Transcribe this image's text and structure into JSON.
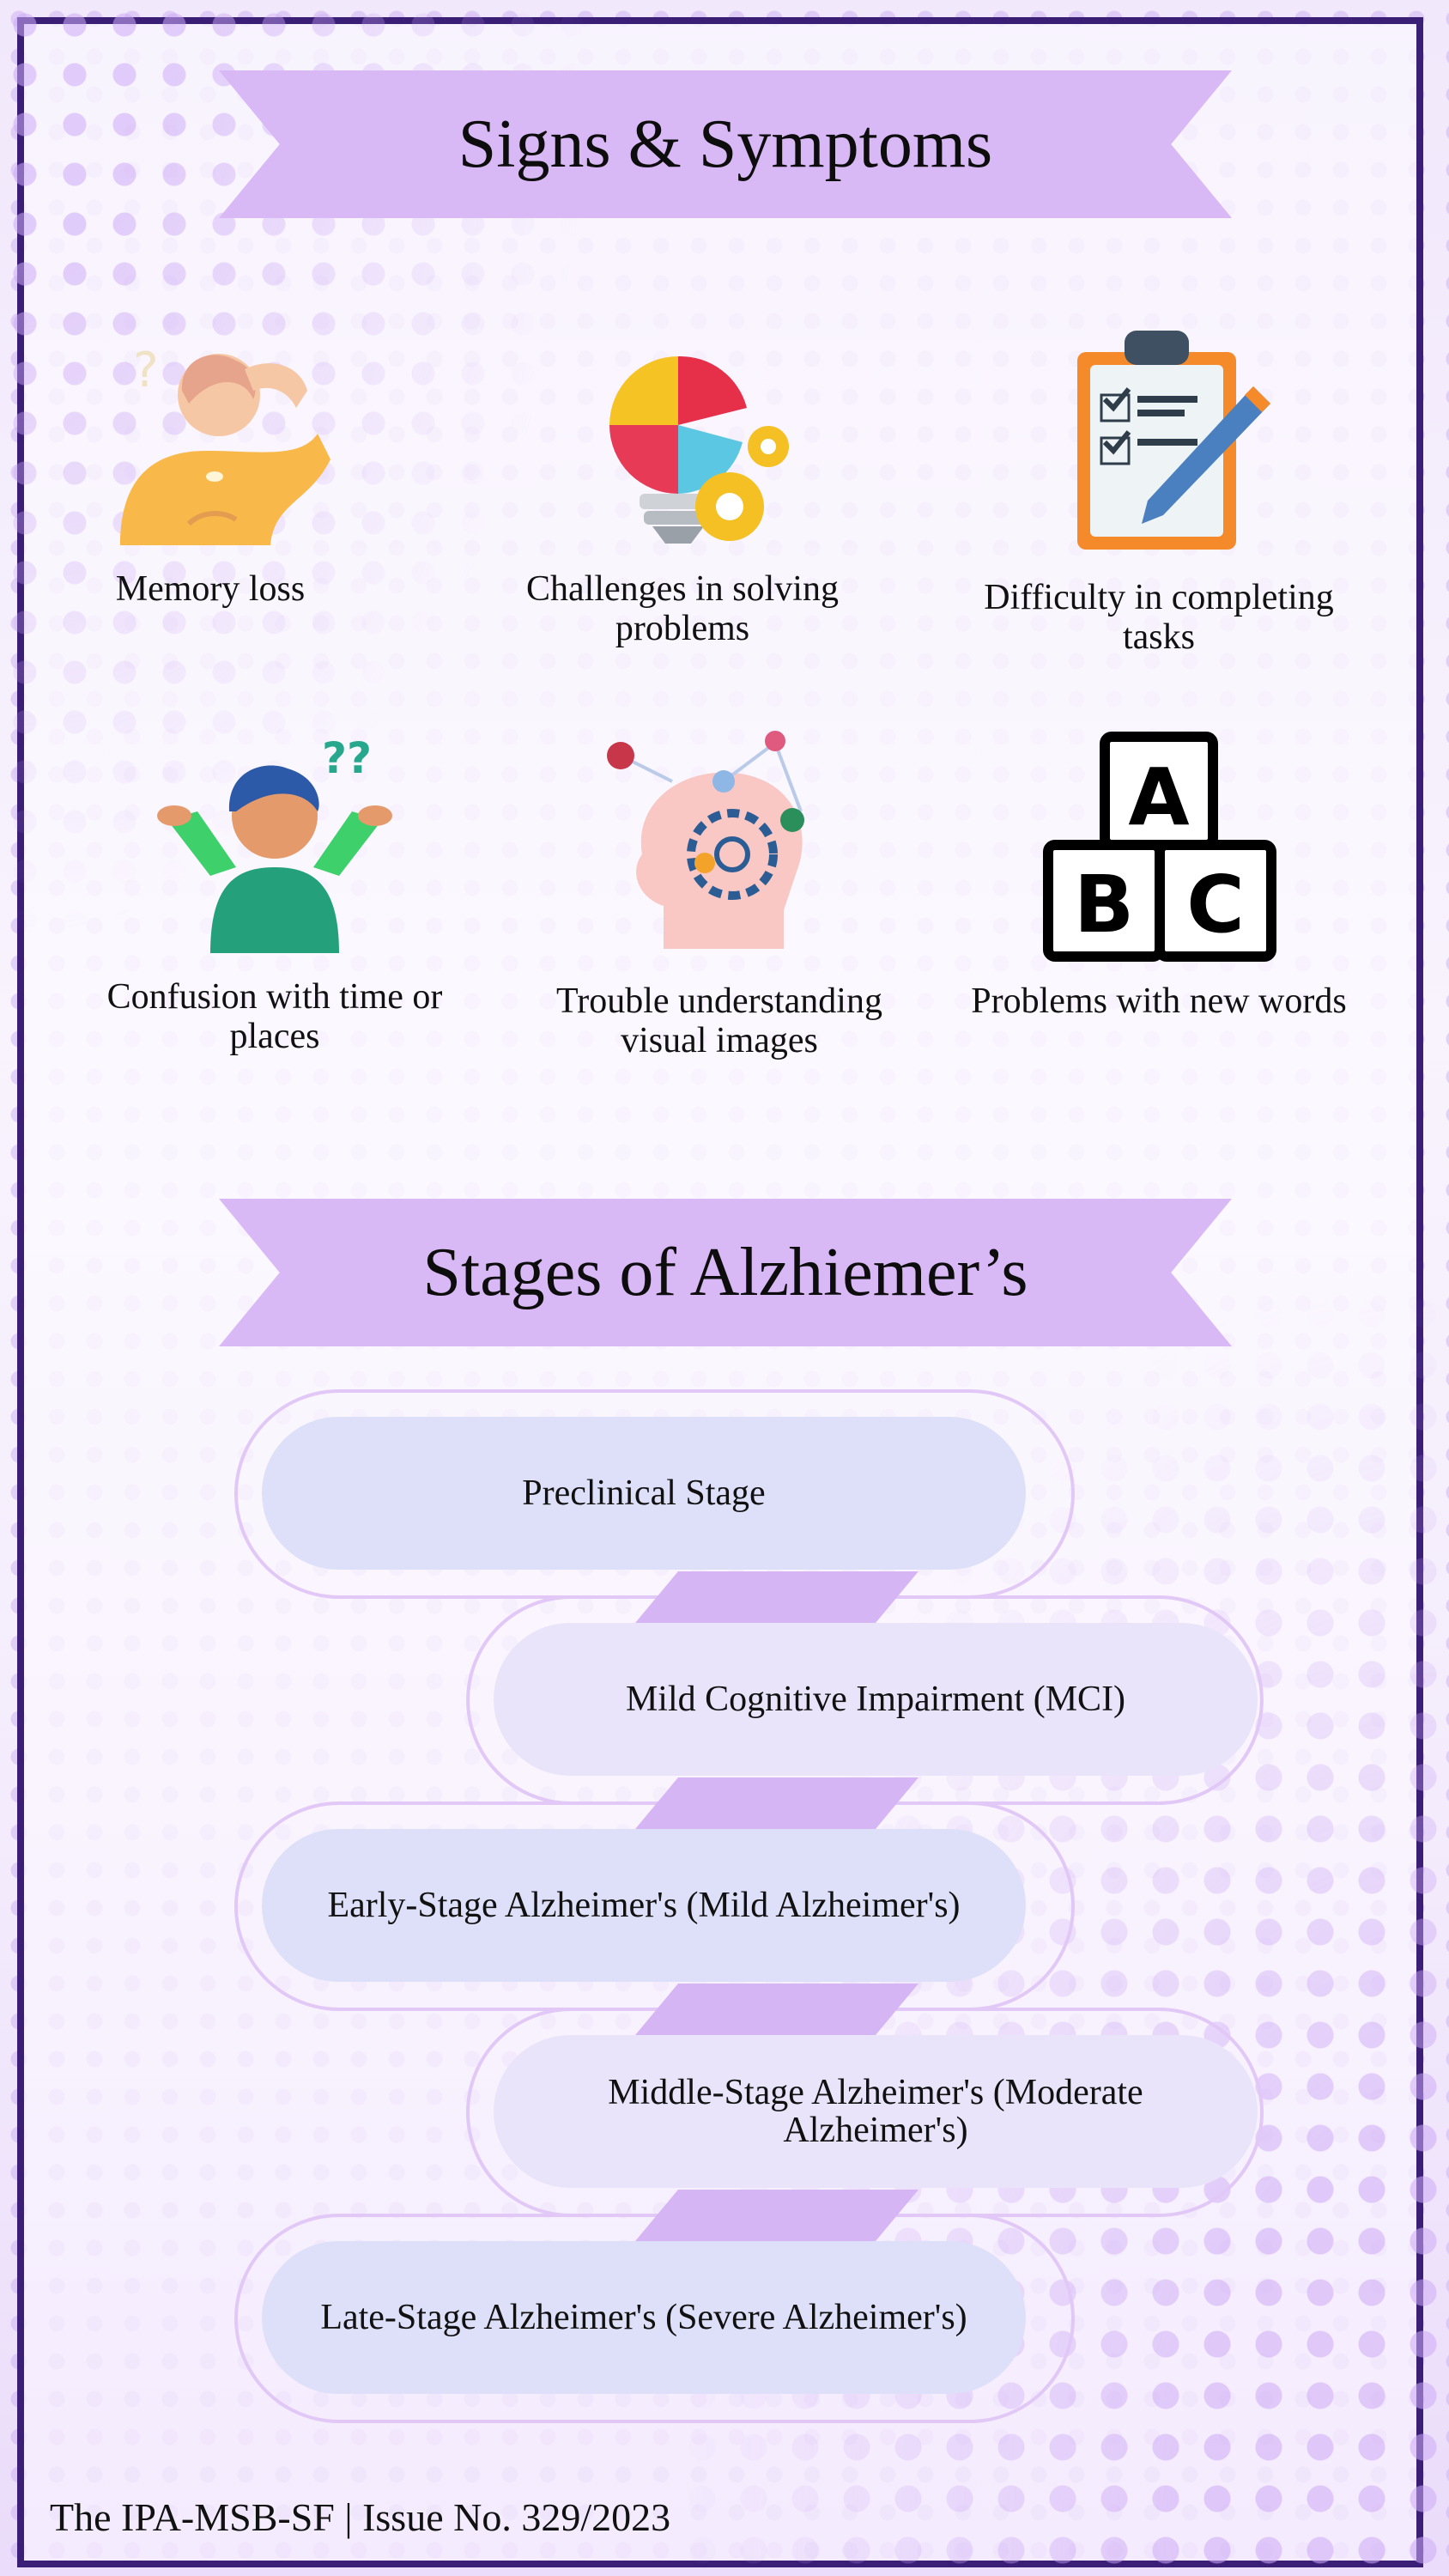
{
  "signs_section": {
    "title": "Signs & Symptoms",
    "items": [
      {
        "label": "Memory loss",
        "icon": "thinking-woman-icon"
      },
      {
        "label": "Challenges in solving problems",
        "icon": "lightbulb-puzzle-icon"
      },
      {
        "label": "Difficulty in completing tasks",
        "icon": "clipboard-checklist-icon"
      },
      {
        "label": "Confusion with time or places",
        "icon": "confused-man-icon"
      },
      {
        "label": "Trouble understanding visual images",
        "icon": "head-gear-icon"
      },
      {
        "label": "Problems with new words",
        "icon": "abc-blocks-icon"
      }
    ]
  },
  "stages_section": {
    "title": "Stages of Alzhiemer’s",
    "stages": [
      "Preclinical Stage",
      "Mild Cognitive Impairment (MCI)",
      "Early-Stage Alzheimer's (Mild Alzheimer's)",
      "Middle-Stage Alzheimer's (Moderate Alzheimer's)",
      "Late-Stage Alzheimer's (Severe Alzheimer's)"
    ]
  },
  "footer": {
    "text": "The IPA-MSB-SF | Issue No. 329/2023"
  },
  "colors": {
    "frame": "#3b1f77",
    "banner": "#d9b8f6",
    "pill": "#dde0f8",
    "connector": "#d5b5f3"
  }
}
